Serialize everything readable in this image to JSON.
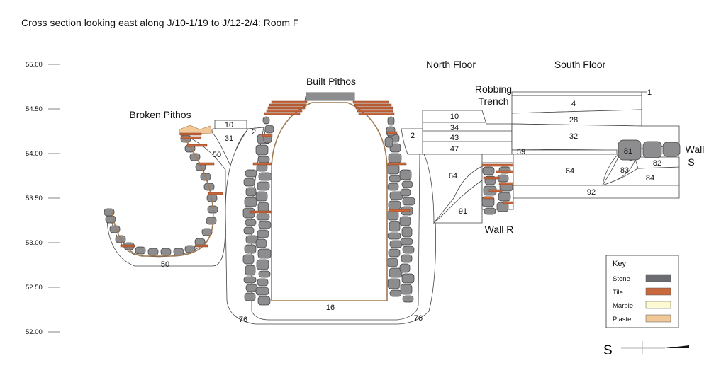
{
  "title": "Cross section looking east along J/10-1/19 to J/12-2/4: Room F",
  "axis": {
    "ticks": [
      "55.00",
      "54.50",
      "54.00",
      "53.50",
      "53.00",
      "52.50",
      "52.00"
    ]
  },
  "labels": {
    "broken_pithos": "Broken Pithos",
    "built_pithos": "Built Pithos",
    "north_floor": "North Floor",
    "south_floor": "South Floor",
    "robbing": "Robbing",
    "trench": "Trench",
    "wall_r": "Wall R",
    "wall_s_1": "Wall",
    "wall_s_2": "S"
  },
  "contexts": {
    "c1": "1",
    "c4": "4",
    "c28": "28",
    "c32": "32",
    "c81": "81",
    "c82": "82",
    "c83": "83",
    "c84": "84",
    "c64b": "64",
    "c92": "92",
    "c59": "59",
    "c10b": "10",
    "c34": "34",
    "c43": "43",
    "c47": "47",
    "c2b": "2",
    "c64a": "64",
    "c91": "91",
    "c10a": "10",
    "c31": "31",
    "c2a": "2",
    "c50a": "50",
    "c50b": "50",
    "c16": "16",
    "c76a": "76",
    "c76b": "76"
  },
  "key": {
    "title": "Key",
    "items": [
      {
        "label": "Stone",
        "color": "#6b6b72"
      },
      {
        "label": "Tile",
        "color": "#c9683d"
      },
      {
        "label": "Marble",
        "color": "#fdf9d2"
      },
      {
        "label": "Plaster",
        "color": "#f2c898"
      }
    ]
  },
  "orientation": "S"
}
